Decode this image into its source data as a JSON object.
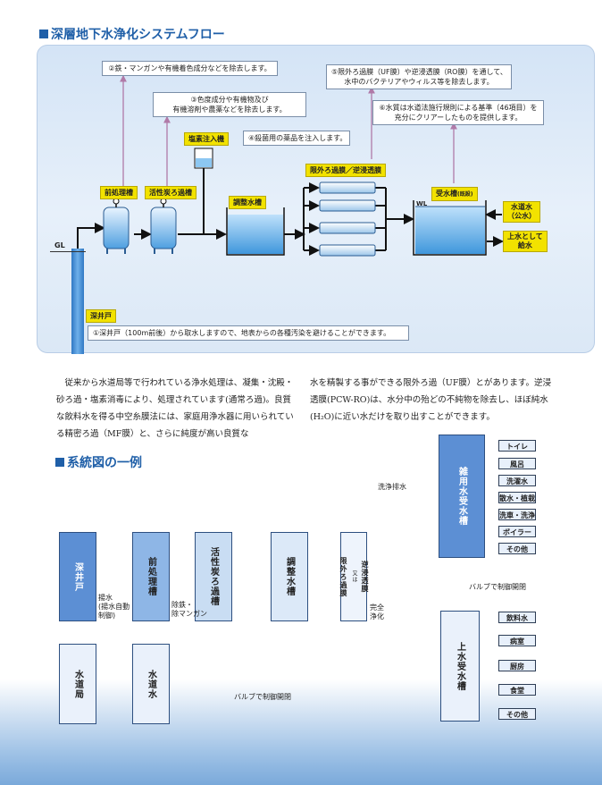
{
  "section1": {
    "title": "深層地下水浄化システムフロー"
  },
  "flow": {
    "notes": {
      "n2": "②鉄・マンガンや有機着色成分などを除去します。",
      "n3_l1": "③色度成分や有機物及び",
      "n3_l2": "有機溶剤や農薬などを除去します。",
      "n4": "④殺菌用の薬品を注入します。",
      "n5_l1": "⑤限外ろ過膜（UF膜）や逆浸透膜（RO膜）を通して、",
      "n5_l2": "水中のバクテリアやウィルス等を除去します。",
      "n6_l1": "⑥水質は水道法施行規則による基準（46項目）を",
      "n6_l2": "充分にクリアーしたものを提供します。",
      "n1": "①深井戸（100m前後）から取水しますので、地表からの各種汚染を避けることができます。"
    },
    "labels": {
      "pretreat": "前処理槽",
      "carbon": "活性炭ろ過槽",
      "chlorine": "塩素注入機",
      "adjust": "調整水槽",
      "membrane": "限外ろ過膜／逆浸透膜",
      "receive": "受水槽",
      "receive_sub": "(既設)",
      "well": "深井戸",
      "gl": "GL",
      "wl": "WL",
      "city_l1": "水道水",
      "city_l2": "（公水）",
      "supply_l1": "上水として",
      "supply_l2": "給水"
    }
  },
  "paragraph": {
    "left": "従来から水道局等で行われている浄水処理は、凝集・沈殿・砂ろ過・塩素消毒により、処理されています(通常ろ過)。良質な飲料水を得る中空糸膜法には、家庭用浄水器に用いられている精密ろ過（MF膜）と、さらに純度が高い良質な",
    "right": "水を精製する事ができる限外ろ過（UF膜）とがあります。逆浸透膜(PCW-RO)は、水分中の殆どの不純物を除去し、ほぼ純水(H₂O)に近い水だけを取り出すことができます。"
  },
  "section2": {
    "title": "系統図の一例"
  },
  "system": {
    "blocks": {
      "well": "深井戸",
      "pre": "前処理槽",
      "carbon": "活性炭ろ過槽",
      "adjust": "調整水槽",
      "membrane_a": "限外ろ過膜",
      "membrane_or": "又は",
      "membrane_b": "逆浸透膜",
      "misc_tank": "雑用水受水槽",
      "potable_tank": "上水受水槽",
      "cityoffice": "水道局",
      "citywater": "水道水"
    },
    "captions": {
      "pump_l1": "揚水",
      "pump_l2": "(揚水自動",
      "pump_l3": "制御)",
      "fe_l1": "除鉄・",
      "fe_l2": "除マンガン",
      "pure_l1": "完全",
      "pure_l2": "浄化",
      "wash": "洗浄排水",
      "valve1": "バルブで制御開閉",
      "valve2": "バルブで制御開閉"
    },
    "misc_outputs": [
      "トイレ",
      "風呂",
      "洗濯水",
      "散水・植栽",
      "洗車・洗浄",
      "ボイラー",
      "その他"
    ],
    "potable_outputs": [
      "飲料水",
      "病室",
      "厨房",
      "食堂",
      "その他"
    ]
  }
}
